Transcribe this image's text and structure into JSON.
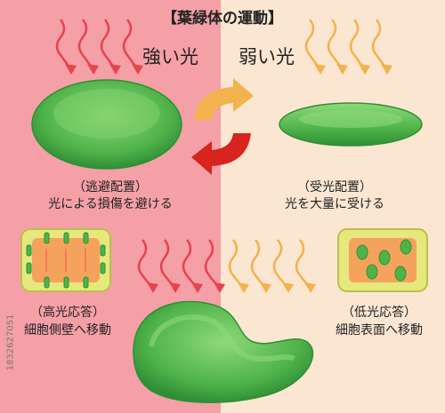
{
  "title": "【葉緑体の運動】",
  "labels": {
    "strong_light": "強い光",
    "weak_light": "弱い光"
  },
  "left_caption": {
    "line1": "（逃避配置）",
    "line2": "光による損傷を避ける"
  },
  "right_caption": {
    "line1": "（受光配置）",
    "line2": "光を大量に受ける"
  },
  "high_light_response": {
    "line1": "（高光応答）",
    "line2": "細胞側壁へ移動"
  },
  "low_light_response": {
    "line1": "（低光応答）",
    "line2": "細胞表面へ移動"
  },
  "stock_id": "1832627051",
  "colors": {
    "left_bg": "#f4a0a6",
    "right_bg": "#fbe6d2",
    "strong_arrow": "#e8424f",
    "weak_arrow": "#f3b24a",
    "chloroplast": "#4fb34a",
    "cycle_orange": "#f2b24e",
    "cycle_red": "#d8231e"
  }
}
